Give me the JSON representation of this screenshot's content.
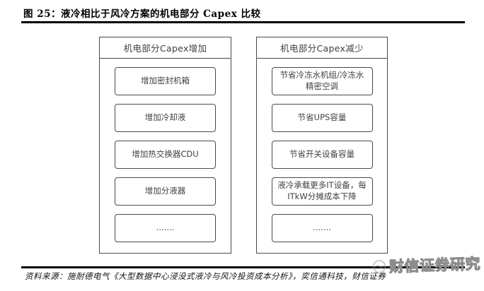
{
  "figure": {
    "title": "图 25：液冷相比于风冷方案的机电部分 Capex 比较",
    "source": "资料来源：施耐德电气《大型数据中心浸没式液冷与风冷投资成本分析》，奕信通科技，财信证券",
    "watermark": "财信证券研究"
  },
  "diagram": {
    "left_panel": {
      "header": "机电部分Capex增加",
      "items": [
        "增加密封机箱",
        "增加冷却液",
        "增加热交换器CDU",
        "增加分液器",
        "......."
      ]
    },
    "right_panel": {
      "header": "机电部分Capex减少",
      "items": [
        "节省冷冻水机组/冷冻水精密空调",
        "节省UPS容量",
        "节省开关设备容量",
        "液冷承载更多IT设备，每ITkW分摊成本下降",
        "......."
      ]
    }
  },
  "colors": {
    "box_border": "#4a4a4a",
    "box_text": "#404040",
    "title_text": "#000000",
    "rule": "#000000",
    "watermark": "#8c8c8c"
  }
}
